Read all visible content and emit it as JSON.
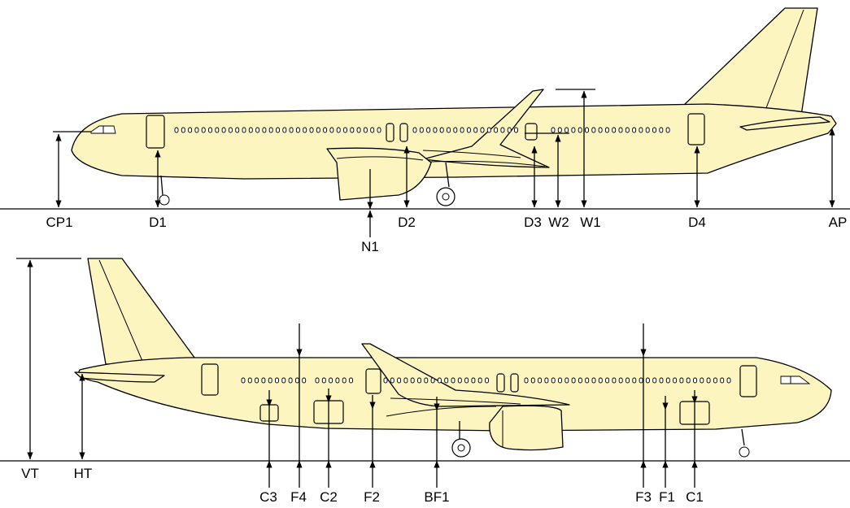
{
  "top_view": {
    "labels": {
      "CP1": "CP1",
      "D1": "D1",
      "N1": "N1",
      "D2": "D2",
      "D3": "D3",
      "W2": "W2",
      "W1": "W1",
      "D4": "D4",
      "AP": "AP"
    }
  },
  "bottom_view": {
    "labels": {
      "VT": "VT",
      "HT": "HT",
      "C3": "C3",
      "F4": "F4",
      "C2": "C2",
      "F2": "F2",
      "BF1": "BF1",
      "F3": "F3",
      "F1": "F1",
      "C1": "C1"
    }
  },
  "colors": {
    "fuselage": "#fdf5c0",
    "outline": "#000000",
    "background": "#ffffff"
  }
}
